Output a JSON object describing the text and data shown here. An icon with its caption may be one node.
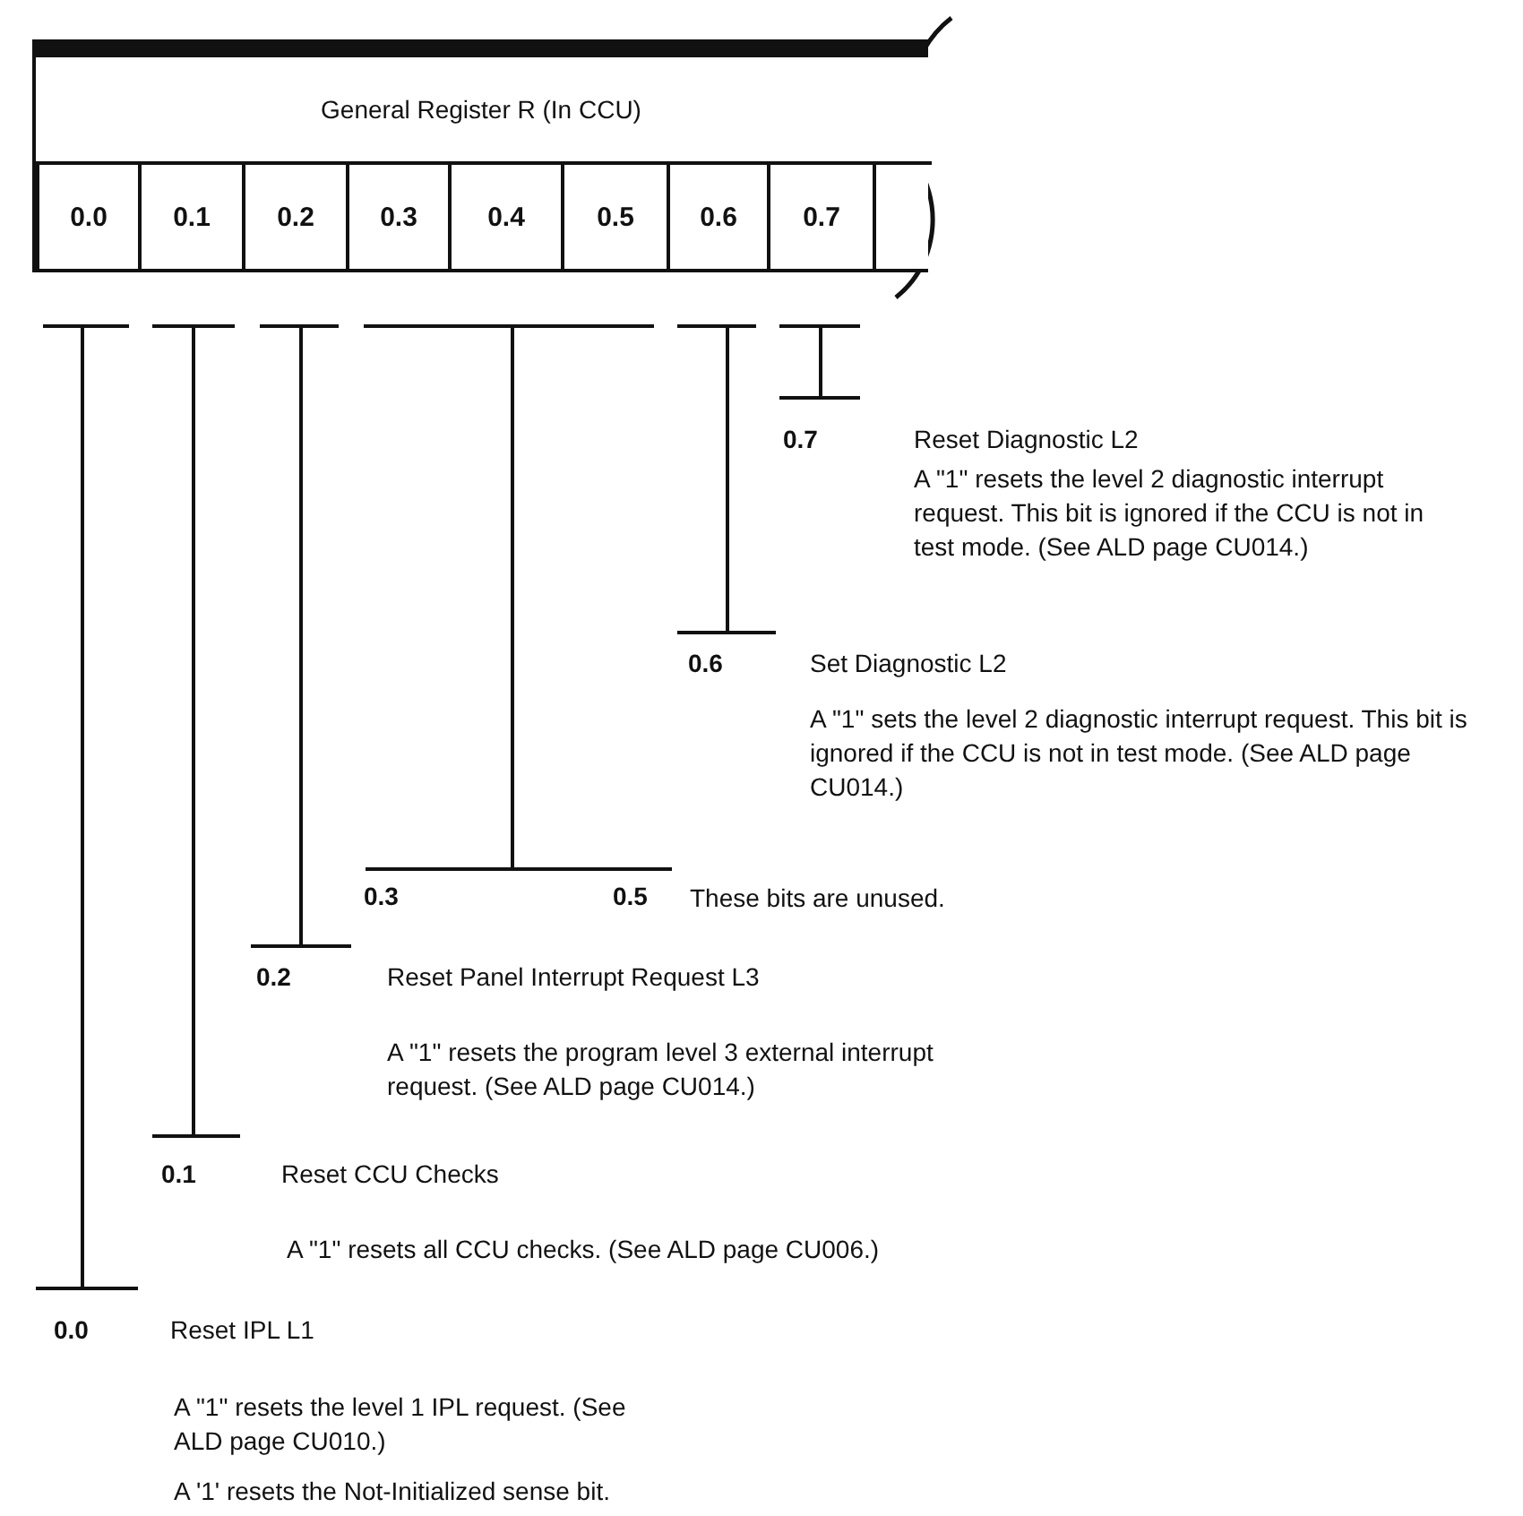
{
  "diagram": {
    "nodes": [
      {
        "text": [
          "General Register R (In CCU)"
        ]
      },
      {
        "text": [
          "0.0"
        ],
        "in": 0
      },
      {
        "text": [
          "0.1"
        ],
        "in": 0
      },
      {
        "text": [
          "0.2"
        ],
        "in": 0
      },
      {
        "text": [
          "0.3"
        ],
        "in": 0
      },
      {
        "text": [
          "0.4"
        ],
        "in": 0
      },
      {
        "text": [
          "0.5"
        ],
        "in": 0
      },
      {
        "text": [
          "0.6"
        ],
        "in": 0
      },
      {
        "text": [
          "0.7"
        ],
        "in": 0
      },
      {
        "text": [],
        "shape": "box",
        "in": 0
      }
    ],
    "labels": [
      "0.7",
      "Reset Diagnostic L2",
      "A \"1\" resets the level 2 diagnostic interrupt request.  This bit is ignored if the CCU is not in test mode. (See ALD page CU014.)",
      "0.6",
      "Set Diagnostic L2",
      "A \"1\" sets the level 2 diagnostic interrupt request.  This bit is ignored if the CCU is not in test mode.  (See ALD page CU014.)",
      "0.3",
      "0.5",
      "These bits are unused.",
      "0.2",
      "Reset Panel Interrupt Request L3",
      "A \"1\" resets the program level 3 external interrupt request.  (See ALD page CU014.)",
      "0.1",
      "Reset CCU Checks",
      "A \"1\" resets all CCU checks.  (See ALD page CU006.)",
      "0.0",
      "Reset IPL L1",
      "A \"1\" resets the level 1 IPL request. (See ALD page CU010.)",
      "A '1' resets the Not-Initialized sense bit."
    ]
  }
}
